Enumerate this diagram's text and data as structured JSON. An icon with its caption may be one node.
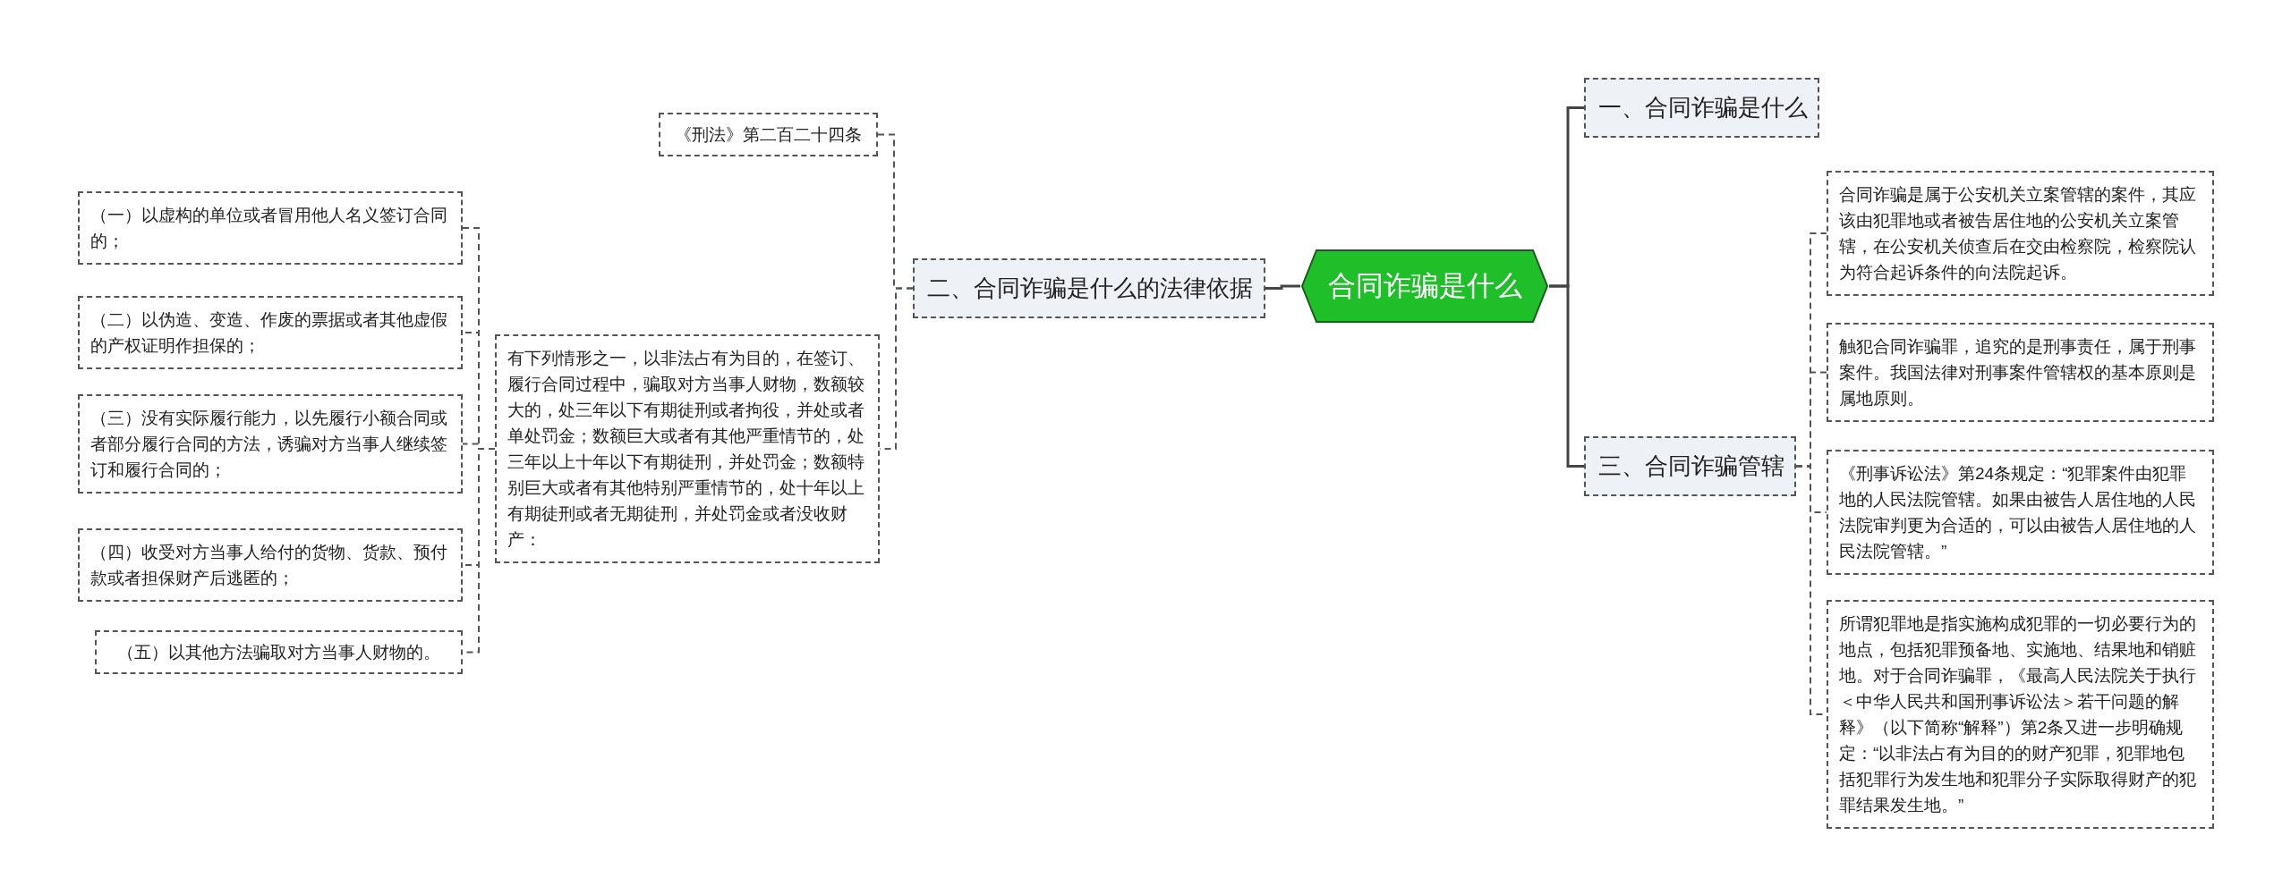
{
  "diagram": {
    "nodes": [
      {
        "text": [
          "合同诈骗是什么"
        ]
      },
      {
        "text": [
          "二、合同诈骗是什么的法律依据"
        ]
      },
      {
        "text": [
          "《刑法》第二百二十四条"
        ]
      },
      {
        "text": [
          "有下列情形之一，以非法占有为目的，在签订、履行合同过程中，骗取对方当事人财物，数额较大的，处三年以下有期徒刑或者拘役，并处或者单处罚金；数额巨大或者有其他严重情节的，处三年以上十年以下有期徒刑，并处罚金；数额特别巨大或者有其他特别严重情节的，处十年以上有期徒刑或者无期徒刑，并处罚金或者没收财产："
        ]
      },
      {
        "text": [
          "（一）以虚构的单位或者冒用他人名义签订合同的；"
        ]
      },
      {
        "text": [
          "（二）以伪造、变造、作废的票据或者其他虚假的产权证明作担保的；"
        ]
      },
      {
        "text": [
          "（三）没有实际履行能力，以先履行小额合同或者部分履行合同的方法，诱骗对方当事人继续签订和履行合同的；"
        ]
      },
      {
        "text": [
          "（四）收受对方当事人给付的货物、货款、预付款或者担保财产后逃匿的；"
        ]
      },
      {
        "text": [
          "（五）以其他方法骗取对方当事人财物的。"
        ]
      },
      {
        "text": [
          "一、合同诈骗是什么"
        ]
      },
      {
        "text": [
          "三、合同诈骗管辖"
        ]
      },
      {
        "text": [
          "合同诈骗是属于公安机关立案管辖的案件，其应该由犯罪地或者被告居住地的公安机关立案管辖，在公安机关侦查后在交由检察院，检察院认为符合起诉条件的向法院起诉。"
        ]
      },
      {
        "text": [
          "触犯合同诈骗罪，追究的是刑事责任，属于刑事案件。我国法律对刑事案件管辖权的基本原则是属地原则。"
        ]
      },
      {
        "text": [
          "《刑事诉讼法》第24条规定：“犯罪案件由犯罪地的人民法院管辖。如果由被告人居住地的人民法院审判更为合适的，可以由被告人居住地的人民法院管辖。”"
        ]
      },
      {
        "text": [
          "所谓犯罪地是指实施构成犯罪的一切必要行为的地点，包括犯罪预备地、实施地、结果地和销赃地。对于合同诈骗罪，《最高人民法院关于执行＜中华人民共和国刑事诉讼法＞若干问题的解释》（以下简称“解释”）第2条又进一步明确规定：“以非法占有为目的的财产犯罪，犯罪地包括犯罪行为发生地和犯罪分子实际取得财产的犯罪结果发生地。”"
        ]
      }
    ],
    "edges": [
      {
        "from": 0,
        "to": 9,
        "arrow": "none"
      },
      {
        "from": 0,
        "to": 1,
        "arrow": "none"
      },
      {
        "from": 0,
        "to": 10,
        "arrow": "none"
      },
      {
        "from": 1,
        "to": 2,
        "arrow": "none",
        "style": "dashed"
      },
      {
        "from": 1,
        "to": 3,
        "arrow": "none",
        "style": "dashed"
      },
      {
        "from": 3,
        "to": 4,
        "arrow": "none",
        "style": "dashed"
      },
      {
        "from": 3,
        "to": 5,
        "arrow": "none",
        "style": "dashed"
      },
      {
        "from": 3,
        "to": 6,
        "arrow": "none",
        "style": "dashed"
      },
      {
        "from": 3,
        "to": 7,
        "arrow": "none",
        "style": "dashed"
      },
      {
        "from": 3,
        "to": 8,
        "arrow": "none",
        "style": "dashed"
      },
      {
        "from": 10,
        "to": 11,
        "arrow": "none",
        "style": "dashed"
      },
      {
        "from": 10,
        "to": 12,
        "arrow": "none",
        "style": "dashed"
      },
      {
        "from": 10,
        "to": 13,
        "arrow": "none",
        "style": "dashed"
      },
      {
        "from": 10,
        "to": 14,
        "arrow": "none",
        "style": "dashed"
      }
    ]
  }
}
